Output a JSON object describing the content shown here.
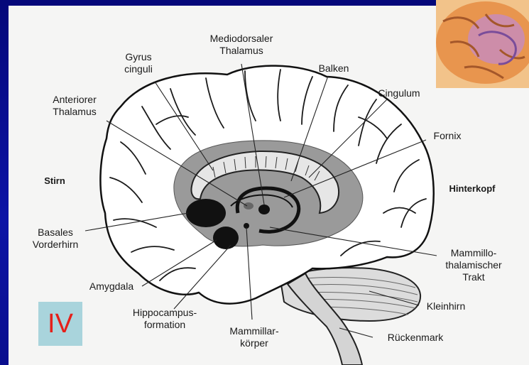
{
  "slide_number": "IV",
  "labels": {
    "mediodorsaler_thalamus": "Mediodorsaler\nThalamus",
    "gyrus_cinguli": "Gyrus\ncinguli",
    "balken": "Balken",
    "anteriorer_thalamus": "Anteriorer\nThalamus",
    "cingulum": "Cingulum",
    "fornix": "Fornix",
    "stirn": "Stirn",
    "hinterkopf": "Hinterkopf",
    "basales_vorderhirn": "Basales\nVorderhirn",
    "mammillothalamischer_trakt": "Mammillo-\nthalamischer\nTrakt",
    "amygdala": "Amygdala",
    "kleinhirn": "Kleinhirn",
    "hippocampusformation": "Hippocampus-\nformation",
    "mammillarkoerper": "Mammillar-\nkörper",
    "rueckenmark": "Rückenmark"
  },
  "colors": {
    "background": "#0b0f8a",
    "panel": "#f5f5f4",
    "limbic_band": "#9a9a9a",
    "slide_number_box": "#a9d4dc",
    "slide_number_text": "#e5201a"
  }
}
